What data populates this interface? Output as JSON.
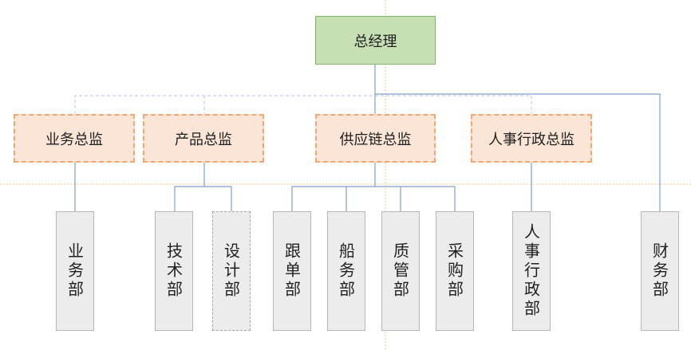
{
  "ceo": {
    "label": "总经理"
  },
  "directors": {
    "sales": "业务总监",
    "product": "产品总监",
    "supply": "供应链总监",
    "hr": "人事行政总监"
  },
  "departments": {
    "sales": "业务部",
    "tech": "技术部",
    "design": "设计部",
    "follow": "跟单部",
    "shipping": "船务部",
    "quality": "质管部",
    "purchase": "采购部",
    "hr_admin": "人事行政部",
    "finance": "财务部"
  },
  "colors": {
    "ceo_fill": "#c6e0b4",
    "director_fill": "#fbe5d6",
    "director_border": "#f4a672",
    "dept_fill": "#ececec",
    "connector": "#7f9fcf",
    "guide": "#f5c67a"
  }
}
